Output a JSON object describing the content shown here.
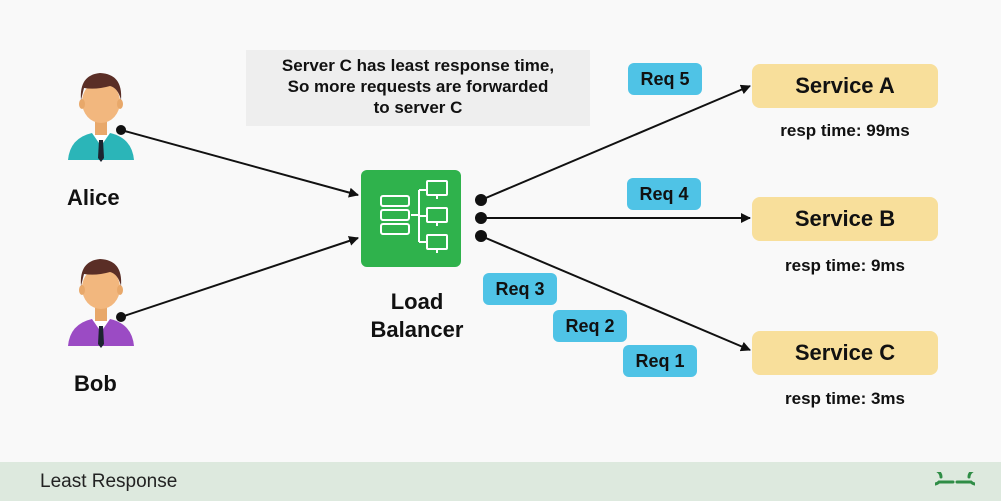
{
  "note": {
    "line1": "Server C has least response time,",
    "line2": "So more requests are forwarded",
    "line3": "to server C"
  },
  "users": [
    {
      "name": "Alice",
      "shirt_color": "#2bb5b8"
    },
    {
      "name": "Bob",
      "shirt_color": "#9b4bc4"
    }
  ],
  "load_balancer": {
    "line1": "Load",
    "line2": "Balancer",
    "box_color": "#2fb24c"
  },
  "requests": [
    "Req 5",
    "Req 4",
    "Req 3",
    "Req 2",
    "Req 1"
  ],
  "services": [
    {
      "name": "Service A",
      "resp": "resp time: 99ms"
    },
    {
      "name": "Service B",
      "resp": "resp time: 9ms"
    },
    {
      "name": "Service C",
      "resp": "resp time: 3ms"
    }
  ],
  "footer": {
    "title": "Least Response",
    "logo_icon": "geeksforgeeks-logo-icon"
  },
  "colors": {
    "request_badge": "#4fc3e6",
    "service_box": "#f8df9b",
    "footer_bar": "#dde9de",
    "logo": "#2f8d46"
  }
}
